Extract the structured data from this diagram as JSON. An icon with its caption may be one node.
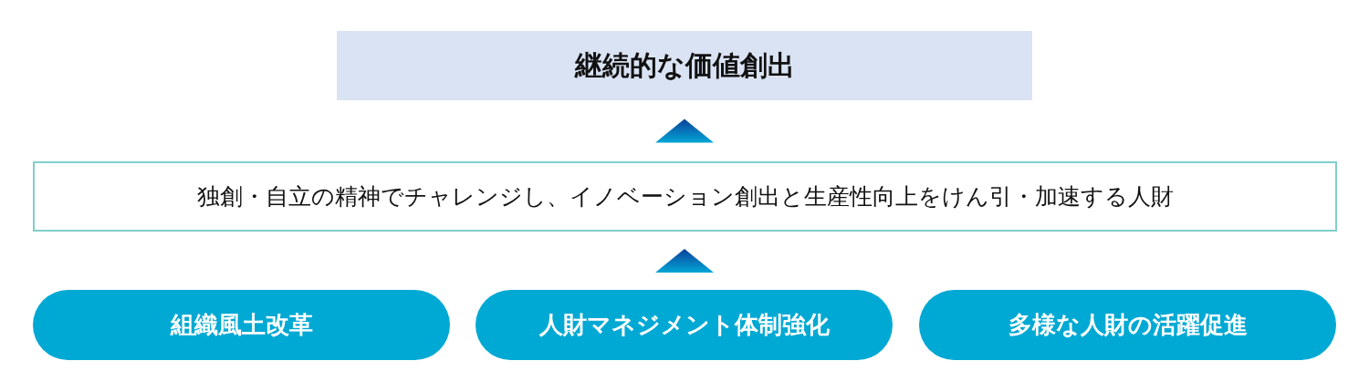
{
  "diagram": {
    "nodes": [
      {
        "text": [
          "継続的な価値創出"
        ]
      },
      {
        "text": [
          "独創・自立の精神でチャレンジし、イノベーション創出と生産性向上をけん引・加速する人財"
        ]
      },
      {
        "text": [
          "組織風土改革"
        ]
      },
      {
        "text": [
          "人財マネジメント体制強化"
        ]
      },
      {
        "text": [
          "多様な人財の活躍促進"
        ]
      }
    ],
    "edges": [
      {
        "from": 1,
        "to": 0,
        "arrow": "to"
      },
      {
        "from": 3,
        "to": 1,
        "arrow": "to"
      }
    ]
  }
}
